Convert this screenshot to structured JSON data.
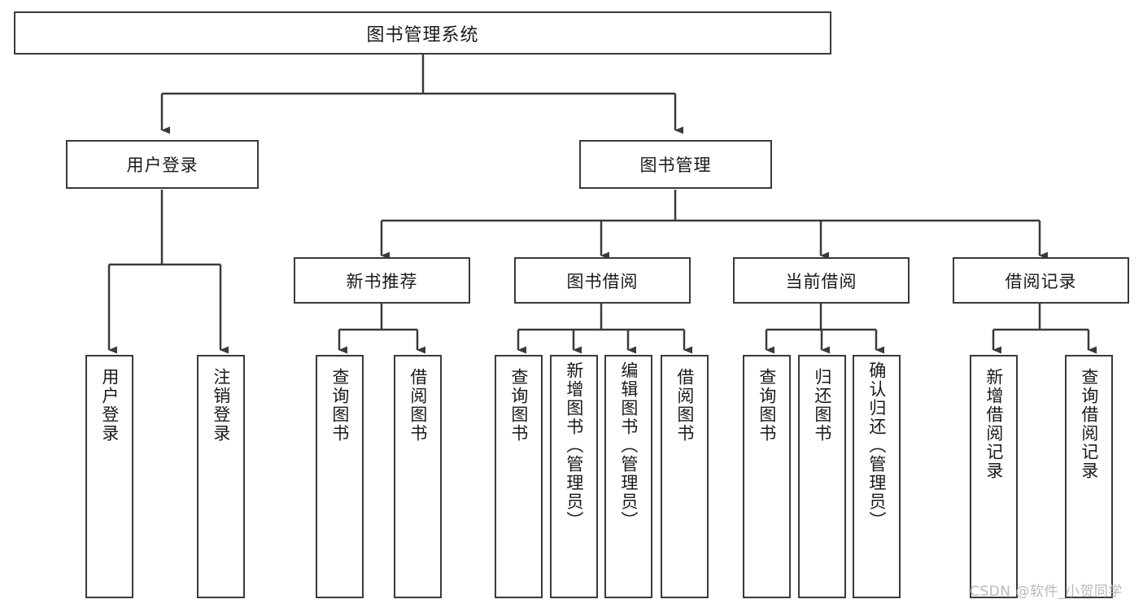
{
  "diagram": {
    "type": "tree",
    "title": "图书管理系统",
    "root": {
      "label": "图书管理系统"
    },
    "level1": [
      {
        "label": "用户登录"
      },
      {
        "label": "图书管理"
      }
    ],
    "level2": [
      {
        "label": "新书推荐"
      },
      {
        "label": "图书借阅"
      },
      {
        "label": "当前借阅"
      },
      {
        "label": "借阅记录"
      }
    ],
    "leaves": {
      "user_login": [
        {
          "label": "用户登录"
        },
        {
          "label": "注销登录"
        }
      ],
      "new_book_recommend": [
        {
          "label": "查询图书"
        },
        {
          "label": "借阅图书"
        }
      ],
      "book_borrow": [
        {
          "label": "查询图书"
        },
        {
          "label": "新增图书（管理员）"
        },
        {
          "label": "编辑图书（管理员）"
        },
        {
          "label": "借阅图书"
        }
      ],
      "current_borrow": [
        {
          "label": "查询图书"
        },
        {
          "label": "归还图书"
        },
        {
          "label": "确认归还（管理员）"
        }
      ],
      "borrow_record": [
        {
          "label": "新增借阅记录"
        },
        {
          "label": "查询借阅记录"
        }
      ]
    }
  },
  "watermark": {
    "text": "CSDN @软件_小贺同学"
  },
  "colors": {
    "stroke": "#3a3a3a",
    "box_fill": "#ffffff",
    "text": "#1a1a1a",
    "watermark": "#b9b9b9"
  }
}
